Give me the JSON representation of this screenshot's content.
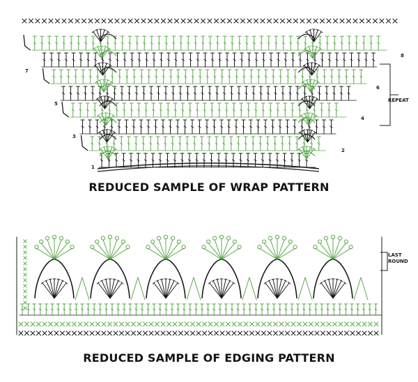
{
  "wrap": {
    "caption": "REDUCED SAMPLE OF WRAP PATTERN",
    "repeat_label": "REPEAT",
    "left_rows": [
      "7",
      "5",
      "3",
      "1"
    ],
    "right_rows": [
      "8",
      "6",
      "4",
      "2"
    ]
  },
  "edging": {
    "caption": "REDUCED SAMPLE OF EDGING PATTERN",
    "last_round_label": "LAST ROUND"
  },
  "colors": {
    "green": "#5aa84a",
    "black": "#1a1a1a"
  }
}
